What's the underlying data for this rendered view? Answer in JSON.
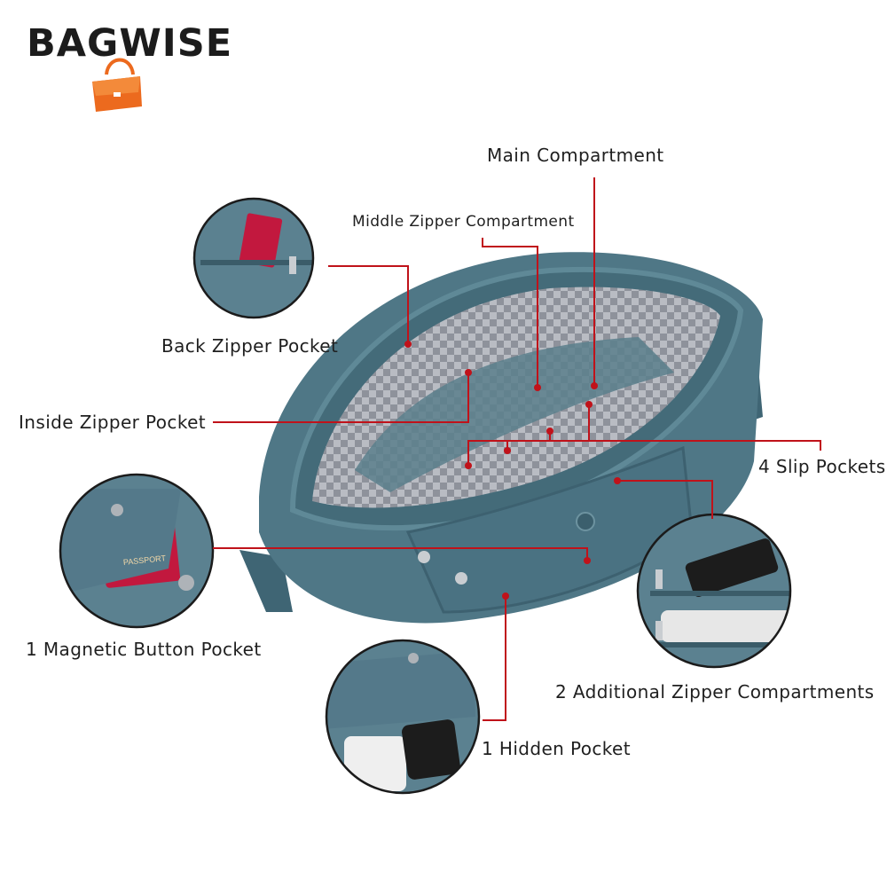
{
  "brand": {
    "name": "BAGWISE",
    "accent_color": "#ec6a1e",
    "logo_icon": "messenger-bag-icon"
  },
  "product": {
    "body_color": "#4f7786",
    "lining_pattern": "checkered",
    "leader_line_color": "#c0121a"
  },
  "callouts": {
    "main_compartment": "Main Compartment",
    "middle_zipper_compartment": "Middle Zipper Compartment",
    "back_zipper_pocket": "Back Zipper Pocket",
    "inside_zipper_pocket": "Inside Zipper Pocket",
    "slip_pockets": "4 Slip Pockets",
    "magnetic_button_pocket": "1 Magnetic Button Pocket",
    "additional_zipper_compartments": "2 Additional Zipper Compartments",
    "hidden_pocket": "1 Hidden Pocket"
  },
  "passport": {
    "cover_text": "PASSPORT"
  }
}
